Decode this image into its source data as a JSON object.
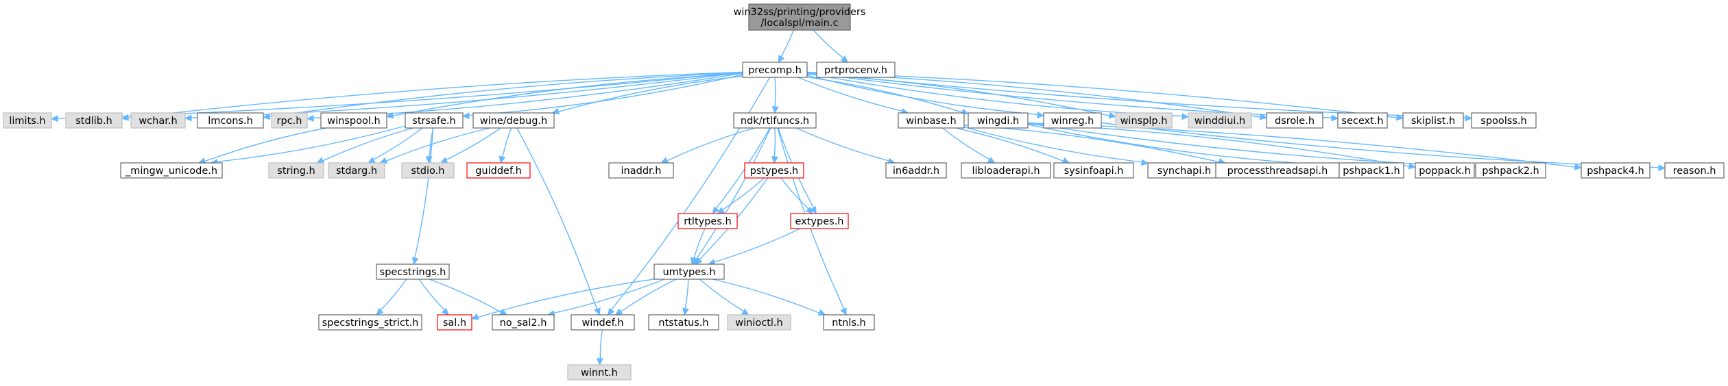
{
  "graph": {
    "style": {
      "edge_color": "#63b8ff",
      "node_border": "#666666",
      "root_fill": "#999999",
      "external_fill": "#e0e0e0",
      "missing_border": "#ff0000",
      "node_fill": "#ffffff"
    },
    "nodes": [
      {
        "id": "main",
        "label": [
          "win32ss/printing/providers",
          "/localspl/main.c"
        ],
        "kind": "root"
      },
      {
        "id": "precomp",
        "label": [
          "precomp.h"
        ],
        "kind": "normal"
      },
      {
        "id": "prtprocenv",
        "label": [
          "prtprocenv.h"
        ],
        "kind": "normal"
      },
      {
        "id": "limits",
        "label": [
          "limits.h"
        ],
        "kind": "external"
      },
      {
        "id": "stdlib",
        "label": [
          "stdlib.h"
        ],
        "kind": "external"
      },
      {
        "id": "wchar",
        "label": [
          "wchar.h"
        ],
        "kind": "external"
      },
      {
        "id": "lmcons",
        "label": [
          "lmcons.h"
        ],
        "kind": "normal"
      },
      {
        "id": "rpc",
        "label": [
          "rpc.h"
        ],
        "kind": "external"
      },
      {
        "id": "winspool",
        "label": [
          "winspool.h"
        ],
        "kind": "normal"
      },
      {
        "id": "strsafe",
        "label": [
          "strsafe.h"
        ],
        "kind": "normal"
      },
      {
        "id": "winedebug",
        "label": [
          "wine/debug.h"
        ],
        "kind": "normal"
      },
      {
        "id": "rtlfuncs",
        "label": [
          "ndk/rtlfuncs.h"
        ],
        "kind": "normal"
      },
      {
        "id": "winbase",
        "label": [
          "winbase.h"
        ],
        "kind": "normal"
      },
      {
        "id": "wingdi",
        "label": [
          "wingdi.h"
        ],
        "kind": "normal"
      },
      {
        "id": "winreg",
        "label": [
          "winreg.h"
        ],
        "kind": "normal"
      },
      {
        "id": "winsplp",
        "label": [
          "winsplp.h"
        ],
        "kind": "external"
      },
      {
        "id": "winddiui",
        "label": [
          "winddiui.h"
        ],
        "kind": "external"
      },
      {
        "id": "dsrole",
        "label": [
          "dsrole.h"
        ],
        "kind": "normal"
      },
      {
        "id": "secext",
        "label": [
          "secext.h"
        ],
        "kind": "normal"
      },
      {
        "id": "skiplist",
        "label": [
          "skiplist.h"
        ],
        "kind": "normal"
      },
      {
        "id": "spoolss",
        "label": [
          "spoolss.h"
        ],
        "kind": "normal"
      },
      {
        "id": "mingw",
        "label": [
          "_mingw_unicode.h"
        ],
        "kind": "normal"
      },
      {
        "id": "string",
        "label": [
          "string.h"
        ],
        "kind": "external"
      },
      {
        "id": "stdarg",
        "label": [
          "stdarg.h"
        ],
        "kind": "external"
      },
      {
        "id": "stdio",
        "label": [
          "stdio.h"
        ],
        "kind": "external"
      },
      {
        "id": "guiddef",
        "label": [
          "guiddef.h"
        ],
        "kind": "missing"
      },
      {
        "id": "inaddr",
        "label": [
          "inaddr.h"
        ],
        "kind": "normal"
      },
      {
        "id": "pstypes",
        "label": [
          "pstypes.h"
        ],
        "kind": "missing"
      },
      {
        "id": "in6addr",
        "label": [
          "in6addr.h"
        ],
        "kind": "normal"
      },
      {
        "id": "libloaderapi",
        "label": [
          "libloaderapi.h"
        ],
        "kind": "normal"
      },
      {
        "id": "sysinfoapi",
        "label": [
          "sysinfoapi.h"
        ],
        "kind": "normal"
      },
      {
        "id": "synchapi",
        "label": [
          "synchapi.h"
        ],
        "kind": "normal"
      },
      {
        "id": "processthreadsapi",
        "label": [
          "processthreadsapi.h"
        ],
        "kind": "normal"
      },
      {
        "id": "pshpack1",
        "label": [
          "pshpack1.h"
        ],
        "kind": "normal"
      },
      {
        "id": "poppack",
        "label": [
          "poppack.h"
        ],
        "kind": "normal"
      },
      {
        "id": "pshpack2",
        "label": [
          "pshpack2.h"
        ],
        "kind": "normal"
      },
      {
        "id": "pshpack4",
        "label": [
          "pshpack4.h"
        ],
        "kind": "normal"
      },
      {
        "id": "reason",
        "label": [
          "reason.h"
        ],
        "kind": "normal"
      },
      {
        "id": "rtltypes",
        "label": [
          "rtltypes.h"
        ],
        "kind": "missing"
      },
      {
        "id": "extypes",
        "label": [
          "extypes.h"
        ],
        "kind": "missing"
      },
      {
        "id": "specstrings",
        "label": [
          "specstrings.h"
        ],
        "kind": "normal"
      },
      {
        "id": "umtypes",
        "label": [
          "umtypes.h"
        ],
        "kind": "normal"
      },
      {
        "id": "specstrict",
        "label": [
          "specstrings_strict.h"
        ],
        "kind": "normal"
      },
      {
        "id": "sal",
        "label": [
          "sal.h"
        ],
        "kind": "missing"
      },
      {
        "id": "nosal2",
        "label": [
          "no_sal2.h"
        ],
        "kind": "normal"
      },
      {
        "id": "windef",
        "label": [
          "windef.h"
        ],
        "kind": "normal"
      },
      {
        "id": "ntstatus",
        "label": [
          "ntstatus.h"
        ],
        "kind": "normal"
      },
      {
        "id": "winioctl",
        "label": [
          "winioctl.h"
        ],
        "kind": "external"
      },
      {
        "id": "ntnls",
        "label": [
          "ntnls.h"
        ],
        "kind": "normal"
      },
      {
        "id": "winnt",
        "label": [
          "winnt.h"
        ],
        "kind": "external"
      }
    ],
    "edges": [
      [
        "main",
        "precomp"
      ],
      [
        "main",
        "prtprocenv"
      ],
      [
        "precomp",
        "limits"
      ],
      [
        "precomp",
        "stdlib"
      ],
      [
        "precomp",
        "wchar"
      ],
      [
        "precomp",
        "lmcons"
      ],
      [
        "precomp",
        "rpc"
      ],
      [
        "precomp",
        "winspool"
      ],
      [
        "precomp",
        "strsafe"
      ],
      [
        "precomp",
        "winedebug"
      ],
      [
        "precomp",
        "rtlfuncs"
      ],
      [
        "precomp",
        "winbase"
      ],
      [
        "precomp",
        "wingdi"
      ],
      [
        "precomp",
        "winreg"
      ],
      [
        "precomp",
        "winsplp"
      ],
      [
        "precomp",
        "winddiui"
      ],
      [
        "precomp",
        "dsrole"
      ],
      [
        "precomp",
        "secext"
      ],
      [
        "precomp",
        "skiplist"
      ],
      [
        "precomp",
        "spoolss"
      ],
      [
        "precomp",
        "windef"
      ],
      [
        "winspool",
        "mingw"
      ],
      [
        "strsafe",
        "mingw"
      ],
      [
        "strsafe",
        "string"
      ],
      [
        "strsafe",
        "stdarg"
      ],
      [
        "strsafe",
        "stdio"
      ],
      [
        "strsafe",
        "specstrings"
      ],
      [
        "winedebug",
        "stdarg"
      ],
      [
        "winedebug",
        "stdio"
      ],
      [
        "winedebug",
        "guiddef"
      ],
      [
        "winedebug",
        "windef"
      ],
      [
        "rtlfuncs",
        "inaddr"
      ],
      [
        "rtlfuncs",
        "pstypes"
      ],
      [
        "rtlfuncs",
        "in6addr"
      ],
      [
        "rtlfuncs",
        "rtltypes"
      ],
      [
        "rtlfuncs",
        "extypes"
      ],
      [
        "rtlfuncs",
        "umtypes"
      ],
      [
        "rtlfuncs",
        "ntnls"
      ],
      [
        "pstypes",
        "rtltypes"
      ],
      [
        "pstypes",
        "extypes"
      ],
      [
        "pstypes",
        "umtypes"
      ],
      [
        "rtltypes",
        "umtypes"
      ],
      [
        "extypes",
        "umtypes"
      ],
      [
        "winbase",
        "libloaderapi"
      ],
      [
        "winbase",
        "sysinfoapi"
      ],
      [
        "winbase",
        "synchapi"
      ],
      [
        "winbase",
        "processthreadsapi"
      ],
      [
        "wingdi",
        "pshpack1"
      ],
      [
        "wingdi",
        "poppack"
      ],
      [
        "wingdi",
        "pshpack2"
      ],
      [
        "wingdi",
        "pshpack4"
      ],
      [
        "winreg",
        "reason"
      ],
      [
        "specstrings",
        "specstrict"
      ],
      [
        "specstrings",
        "sal"
      ],
      [
        "specstrings",
        "nosal2"
      ],
      [
        "umtypes",
        "sal"
      ],
      [
        "umtypes",
        "nosal2"
      ],
      [
        "umtypes",
        "windef"
      ],
      [
        "umtypes",
        "ntstatus"
      ],
      [
        "umtypes",
        "winioctl"
      ],
      [
        "umtypes",
        "ntnls"
      ],
      [
        "windef",
        "winnt"
      ]
    ]
  }
}
